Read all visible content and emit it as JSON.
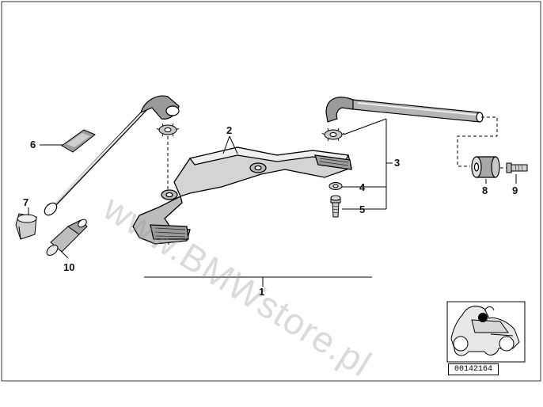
{
  "watermark": "www.BMWstore.pl",
  "diagram_id": "00142164",
  "callouts": {
    "c1": "1",
    "c2": "2",
    "c3": "3",
    "c4": "4",
    "c5": "5",
    "c6": "6",
    "c7": "7",
    "c8": "8",
    "c9": "9",
    "c10": "10"
  }
}
